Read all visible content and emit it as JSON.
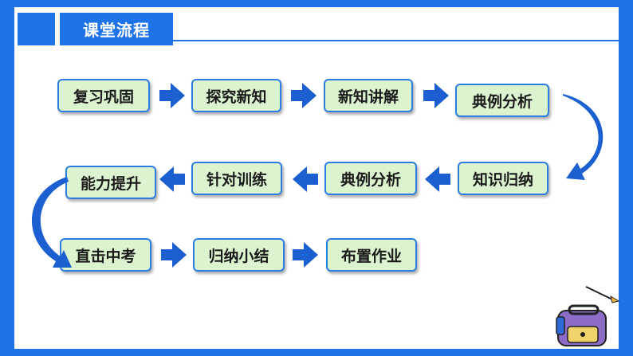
{
  "header": {
    "title": "课堂流程"
  },
  "flow": {
    "row1": [
      "复习巩固",
      "探究新知",
      "新知讲解",
      "典例分析"
    ],
    "row2": [
      "知识归纳",
      "典例分析",
      "针对训练",
      "能力提升"
    ],
    "row3": [
      "直击中考",
      "归纳小结",
      "布置作业"
    ]
  },
  "colors": {
    "frame": "#1e73e8",
    "step_fill": "#dcf3cf",
    "step_border": "#2a7de1",
    "arrow": "#1b5fd0"
  },
  "decoration": {
    "icon": "school-bag-icon"
  }
}
